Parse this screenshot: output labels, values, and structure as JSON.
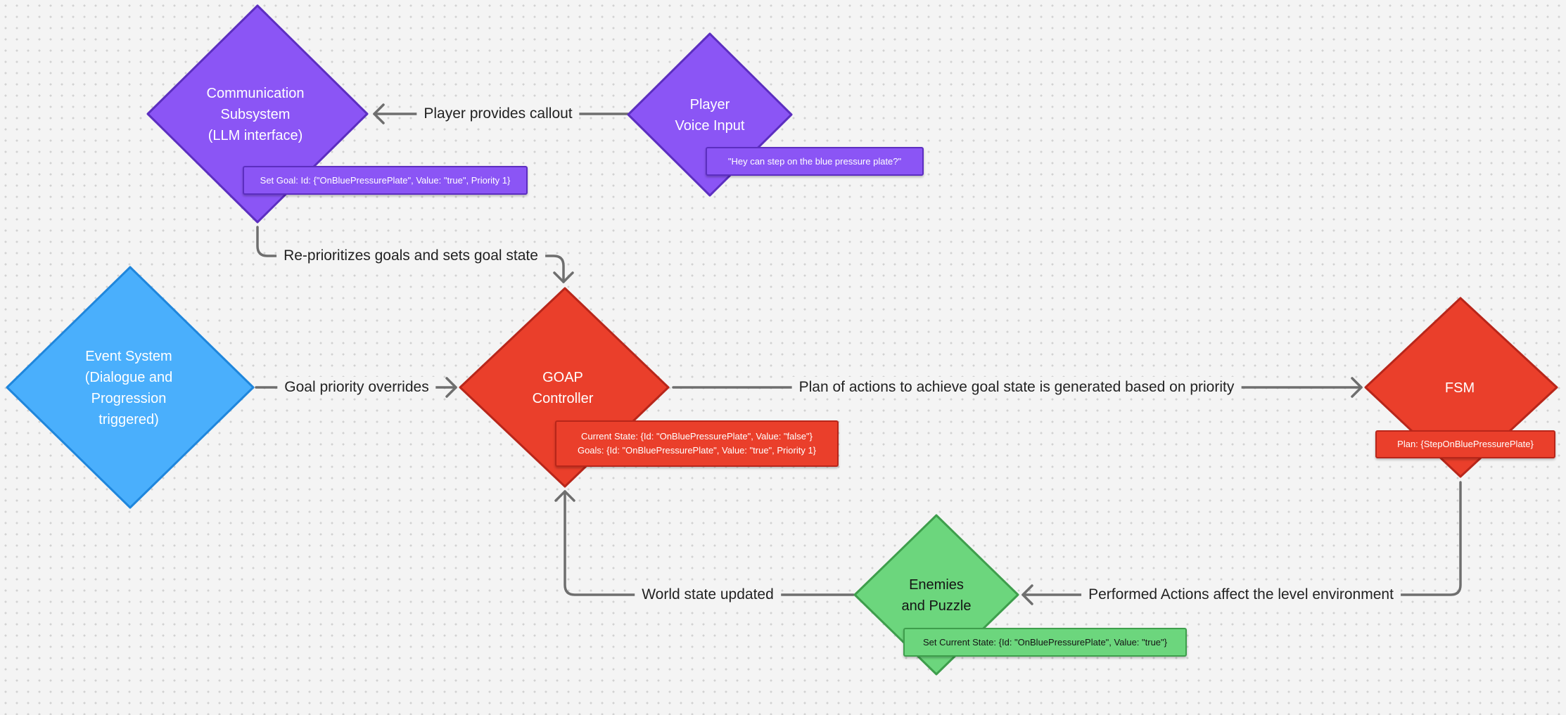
{
  "nodes": {
    "comm": {
      "label": "Communication\nSubsystem\n(LLM interface)",
      "fill": "#8b55f5",
      "stroke": "#5c2ec0",
      "text_color": "#ffffff"
    },
    "player": {
      "label": "Player\nVoice Input",
      "fill": "#8b55f5",
      "stroke": "#5c2ec0",
      "text_color": "#ffffff"
    },
    "event": {
      "label": "Event System\n(Dialogue and\nProgression\ntriggered)",
      "fill": "#4aaffc",
      "stroke": "#1f86dc",
      "text_color": "#ffffff"
    },
    "goap": {
      "label": "GOAP\nController",
      "fill": "#ea3f2b",
      "stroke": "#b8261a",
      "text_color": "#ffffff"
    },
    "fsm": {
      "label": "FSM",
      "fill": "#ea3f2b",
      "stroke": "#b8261a",
      "text_color": "#ffffff"
    },
    "enemies": {
      "label": "Enemies\nand Puzzle",
      "fill": "#6cd67d",
      "stroke": "#3e9e4c",
      "text_color": "#141414"
    }
  },
  "notes": {
    "comm_note": "Set Goal: Id: {\"OnBluePressurePlate\", Value: \"true\", Priority 1}",
    "player_note": "\"Hey can step on the blue pressure plate?\"",
    "goap_note_line1": "Current State: {Id: \"OnBluePressurePlate\", Value: \"false\"}",
    "goap_note_line2": "Goals: {Id: \"OnBluePressurePlate\", Value: \"true\", Priority 1}",
    "fsm_note": "Plan: {StepOnBluePressurePlate}",
    "enemies_note": "Set Current State: {Id: \"OnBluePressurePlate\", Value: \"true\"}"
  },
  "edges": {
    "player_to_comm": "Player provides callout",
    "comm_to_goap": "Re-prioritizes goals and sets goal state",
    "event_to_goap": "Goal priority overrides",
    "goap_to_fsm": "Plan of actions to achieve goal state is generated based on priority",
    "fsm_to_enemies": "Performed Actions affect the level environment",
    "enemies_to_goap": "World state updated"
  },
  "colors": {
    "background": "#f4f4f4",
    "grid_dot": "#d2d2d2",
    "connector": "#6e6e6e"
  }
}
